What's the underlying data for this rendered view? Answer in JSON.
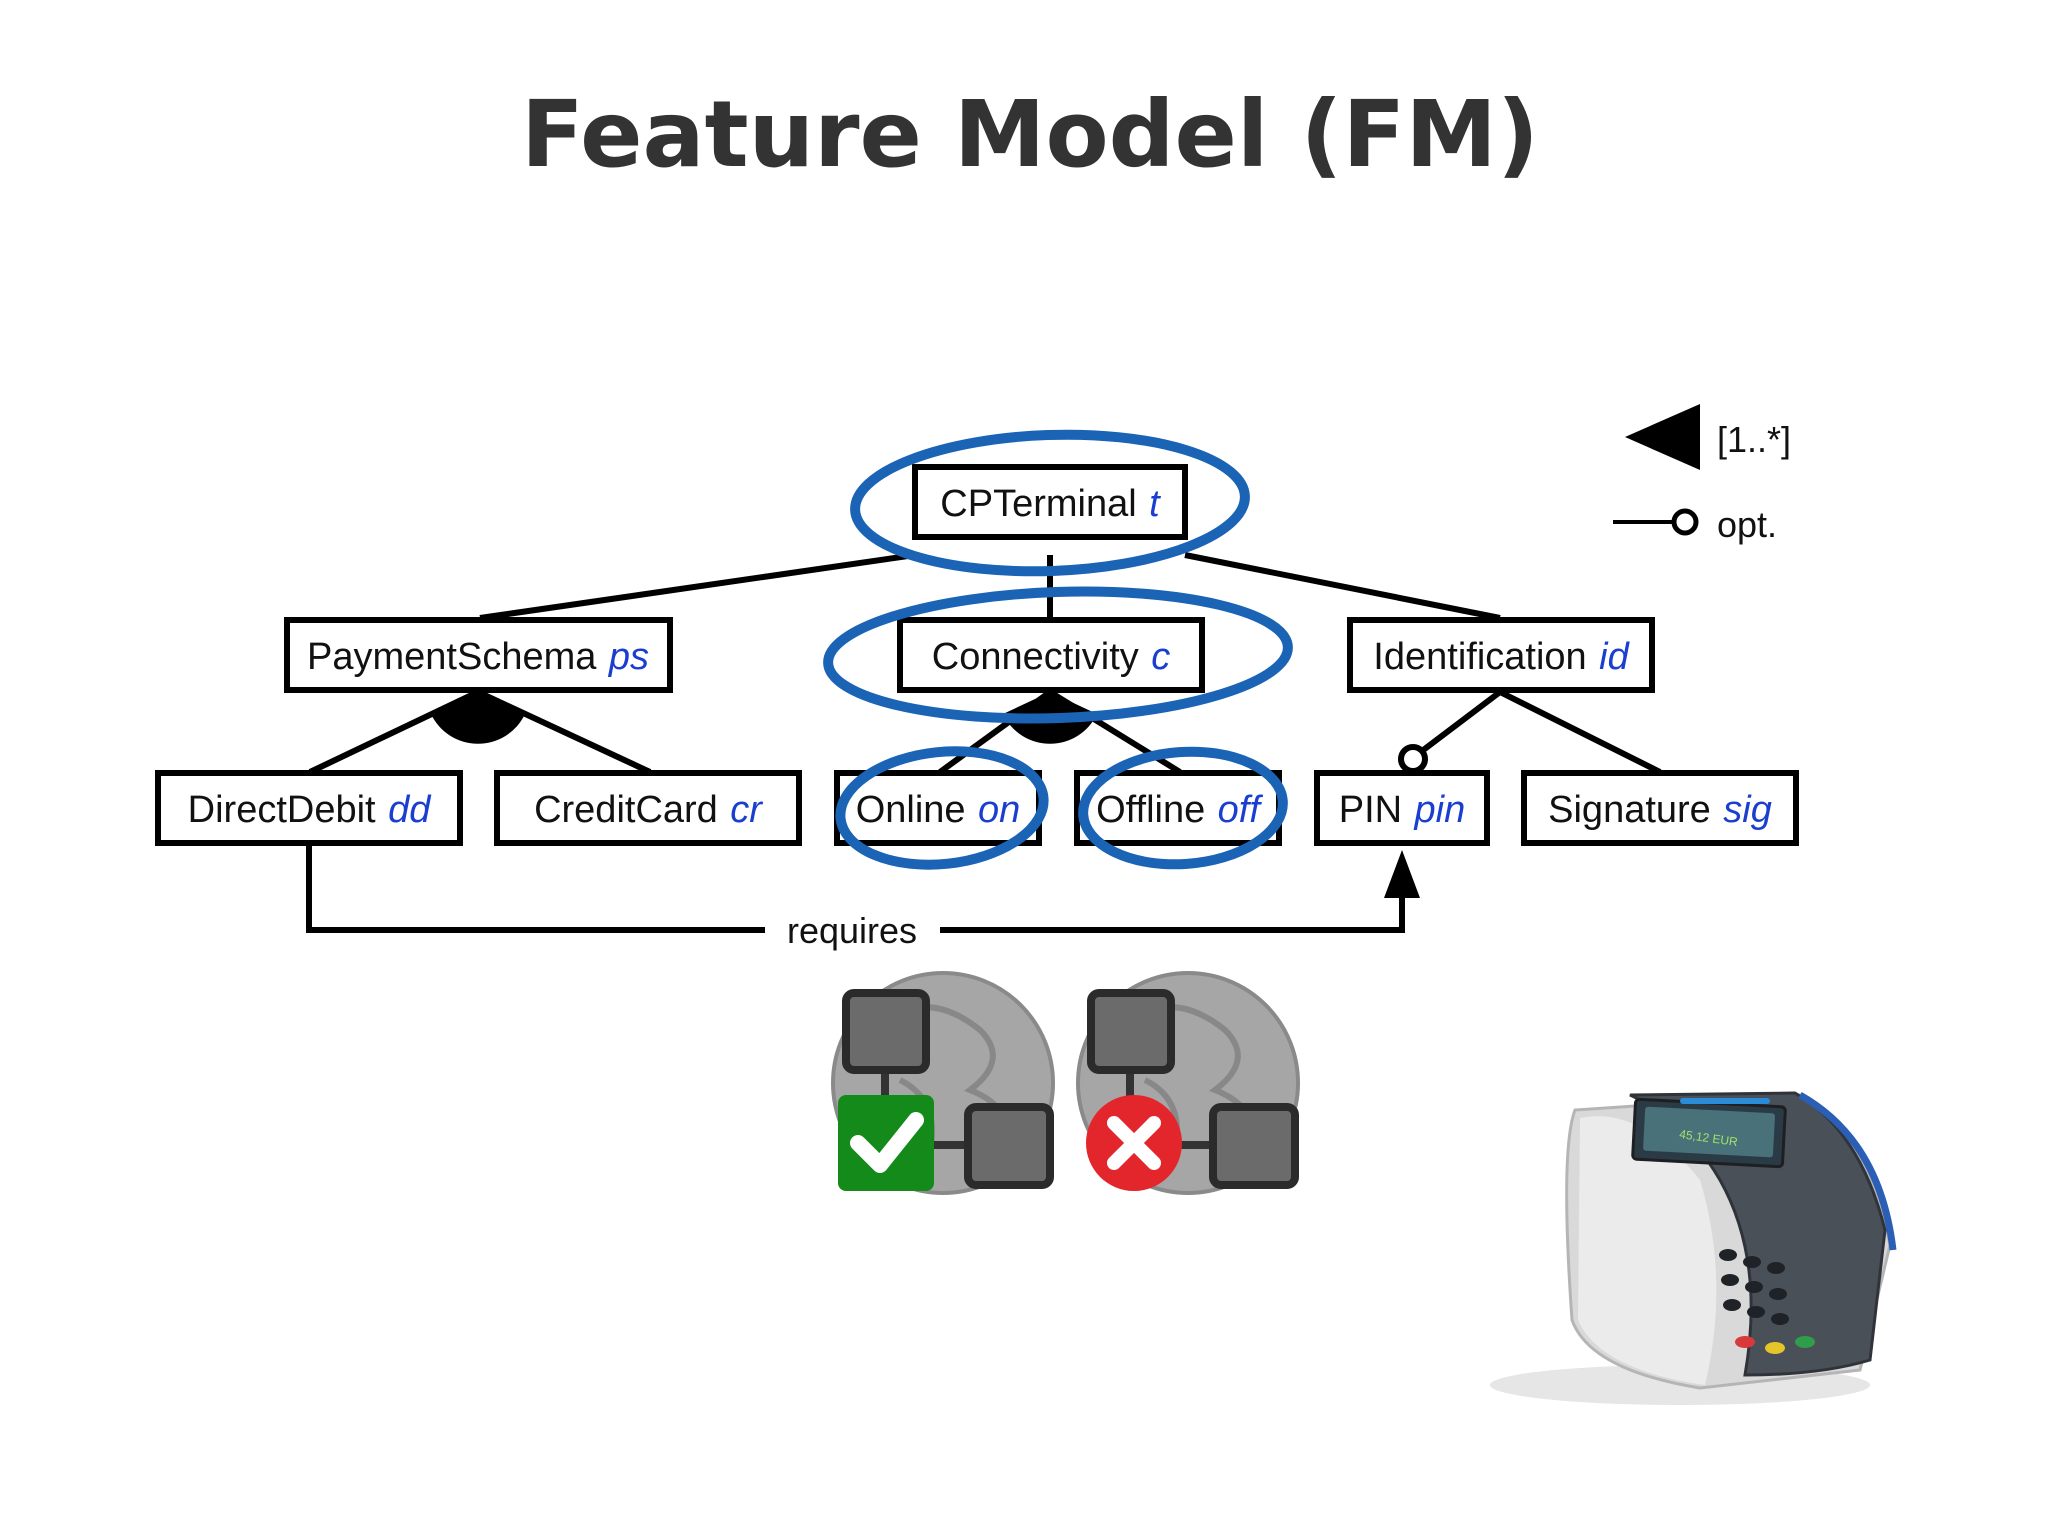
{
  "title": "Feature Model (FM)",
  "colors": {
    "abbr": "#1a3fd0",
    "highlight": "#1a63b5",
    "check": "#138a1a",
    "cross": "#e3262b",
    "node_gray": "#6b6b6b",
    "globe_gray": "#a6a6a6"
  },
  "features": {
    "root": {
      "name": "CPTerminal",
      "abbr": "t"
    },
    "payment": {
      "name": "PaymentSchema",
      "abbr": "ps"
    },
    "connectivity": {
      "name": "Connectivity",
      "abbr": "c"
    },
    "identification": {
      "name": "Identification",
      "abbr": "id"
    },
    "directdebit": {
      "name": "DirectDebit",
      "abbr": "dd"
    },
    "creditcard": {
      "name": "CreditCard",
      "abbr": "cr"
    },
    "online": {
      "name": "Online",
      "abbr": "on"
    },
    "offline": {
      "name": "Offline",
      "abbr": "off"
    },
    "pin": {
      "name": "PIN",
      "abbr": "pin"
    },
    "signature": {
      "name": "Signature",
      "abbr": "sig"
    }
  },
  "constraint": {
    "label": "requires"
  },
  "legend": {
    "or_group": "[1..*]",
    "optional": "opt."
  },
  "screen": {
    "amount": "45,12 EUR"
  },
  "icons": [
    "valid-configuration-icon",
    "invalid-configuration-icon",
    "payment-terminal-image"
  ]
}
